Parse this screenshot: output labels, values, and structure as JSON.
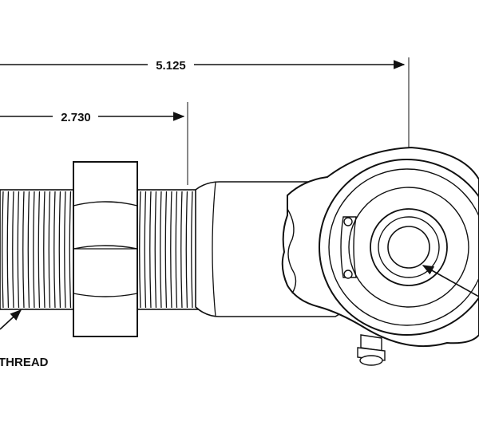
{
  "dimensions": {
    "overall_length": "5.125",
    "thread_to_body": "2.730"
  },
  "callouts": {
    "thread_label": "THREAD"
  },
  "colors": {
    "line": "#111111",
    "background": "#ffffff"
  }
}
